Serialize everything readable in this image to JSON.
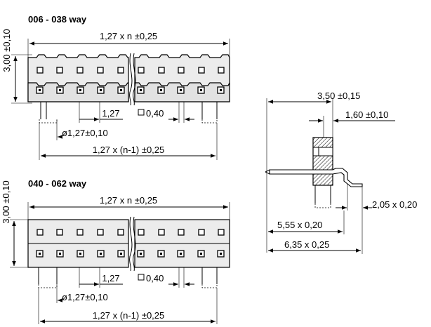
{
  "top_view": {
    "header": "006 - 038 way",
    "height_dim": "3,00 ±0,10",
    "length_dim": "1,27 x n ±0,25",
    "pitch_dim": "1,27",
    "pin_size_dim": "0,40",
    "hole_dim": "ø1,27±0,10",
    "span_dim": "1,27 x (n-1) ±0,25"
  },
  "bottom_view": {
    "header": "040 - 062 way",
    "height_dim": "3,00 ±0,10",
    "length_dim": "1,27 x n ±0,25",
    "pitch_dim": "1,27",
    "pin_size_dim": "0,40",
    "hole_dim": "ø1,27±0,10",
    "span_dim": "1,27 x (n-1) ±0,25"
  },
  "side_view": {
    "width_dim": "3,50 ±0,15",
    "inner_dim": "1,60 ±0,10",
    "offset_dim": "2,05 x 0,20",
    "lead_dim": "5,55 x 0,20",
    "total_dim": "6,35 x 0,25"
  }
}
